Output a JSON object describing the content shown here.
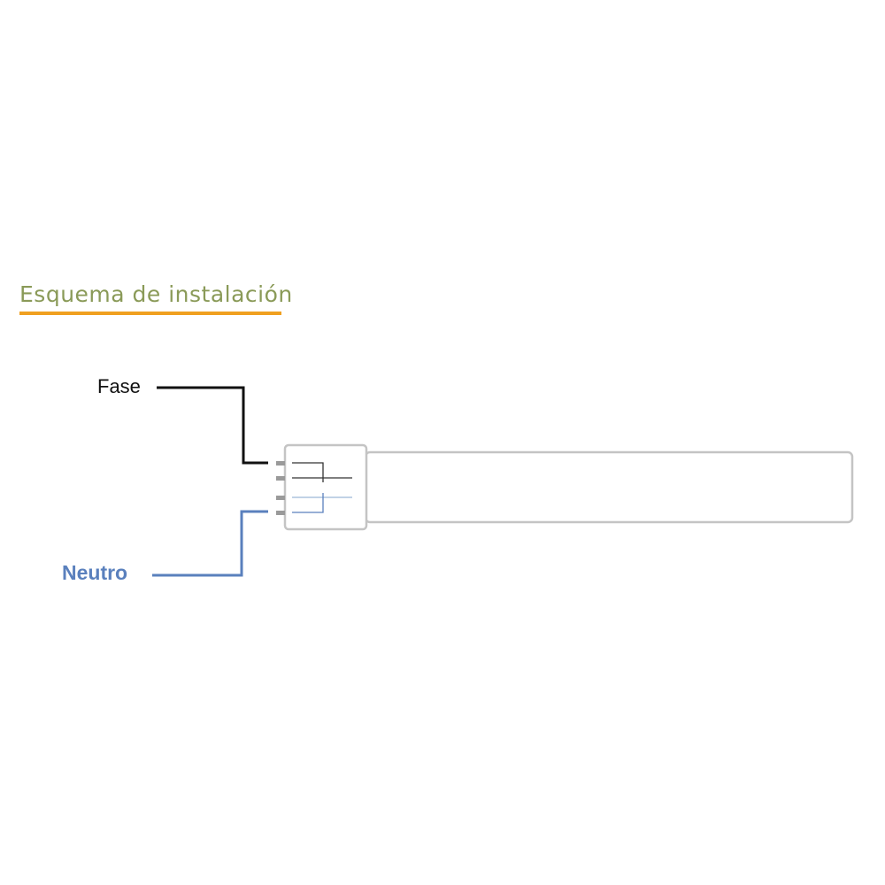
{
  "title": "Esquema de instalación",
  "labels": {
    "phase": "Fase",
    "neutral": "Neutro"
  },
  "colors": {
    "background": "#ffffff",
    "title_text": "#8a9a58",
    "title_underline": "#f0a020",
    "phase_wire": "#111111",
    "neutral_wire": "#5a80bd",
    "lamp_outline": "#c4c4c4"
  },
  "icons": {
    "lamp": "compact-fluorescent-tube-icon"
  }
}
